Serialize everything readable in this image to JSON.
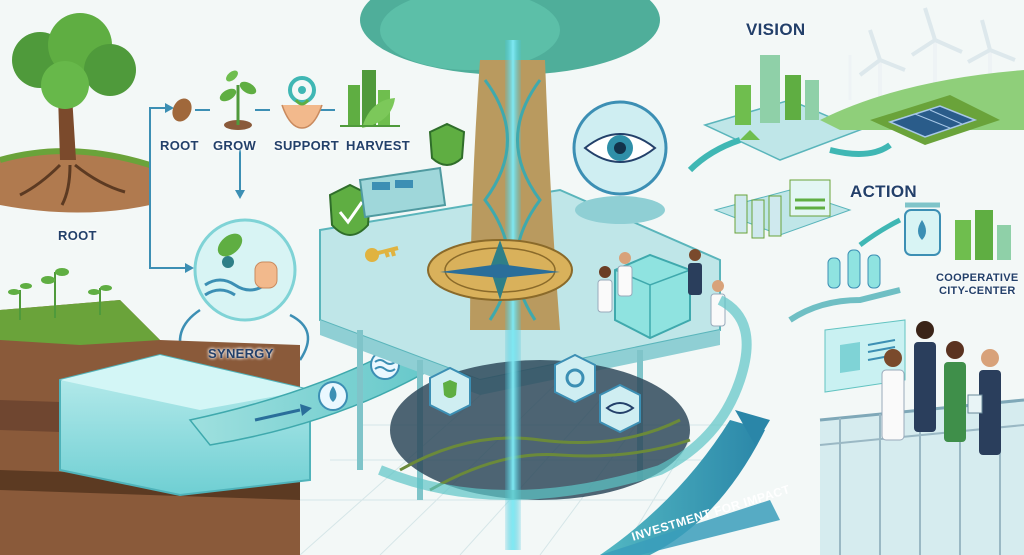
{
  "labels": {
    "root_tree": "ROOT",
    "step_root": "ROOT",
    "step_grow": "GROW",
    "step_support": "SUPPORT",
    "step_harvest": "HARVEST",
    "synergy": "SYNERGY",
    "vision": "VISION",
    "action": "ACTION",
    "city_center_line1": "COOPERATIVE",
    "city_center_line2": "CITY-CENTER",
    "investment": "INVESTMENT FOR IMPACT"
  },
  "icons": [
    "tree-icon",
    "seed-icon",
    "sprout-icon",
    "support-hands-icon",
    "city-leaf-icon",
    "eye-icon",
    "shield-icon",
    "key-icon",
    "compass-icon",
    "water-drop-icon",
    "wave-icon",
    "wind-turbine-icon",
    "solar-panel-icon",
    "gear-icon"
  ],
  "colors": {
    "teal": "#3fb7b4",
    "navy": "#23406a",
    "leaf_green": "#5fa83b",
    "soil_brown": "#8a5a3a",
    "arrow_blue": "#3c8fb4"
  }
}
